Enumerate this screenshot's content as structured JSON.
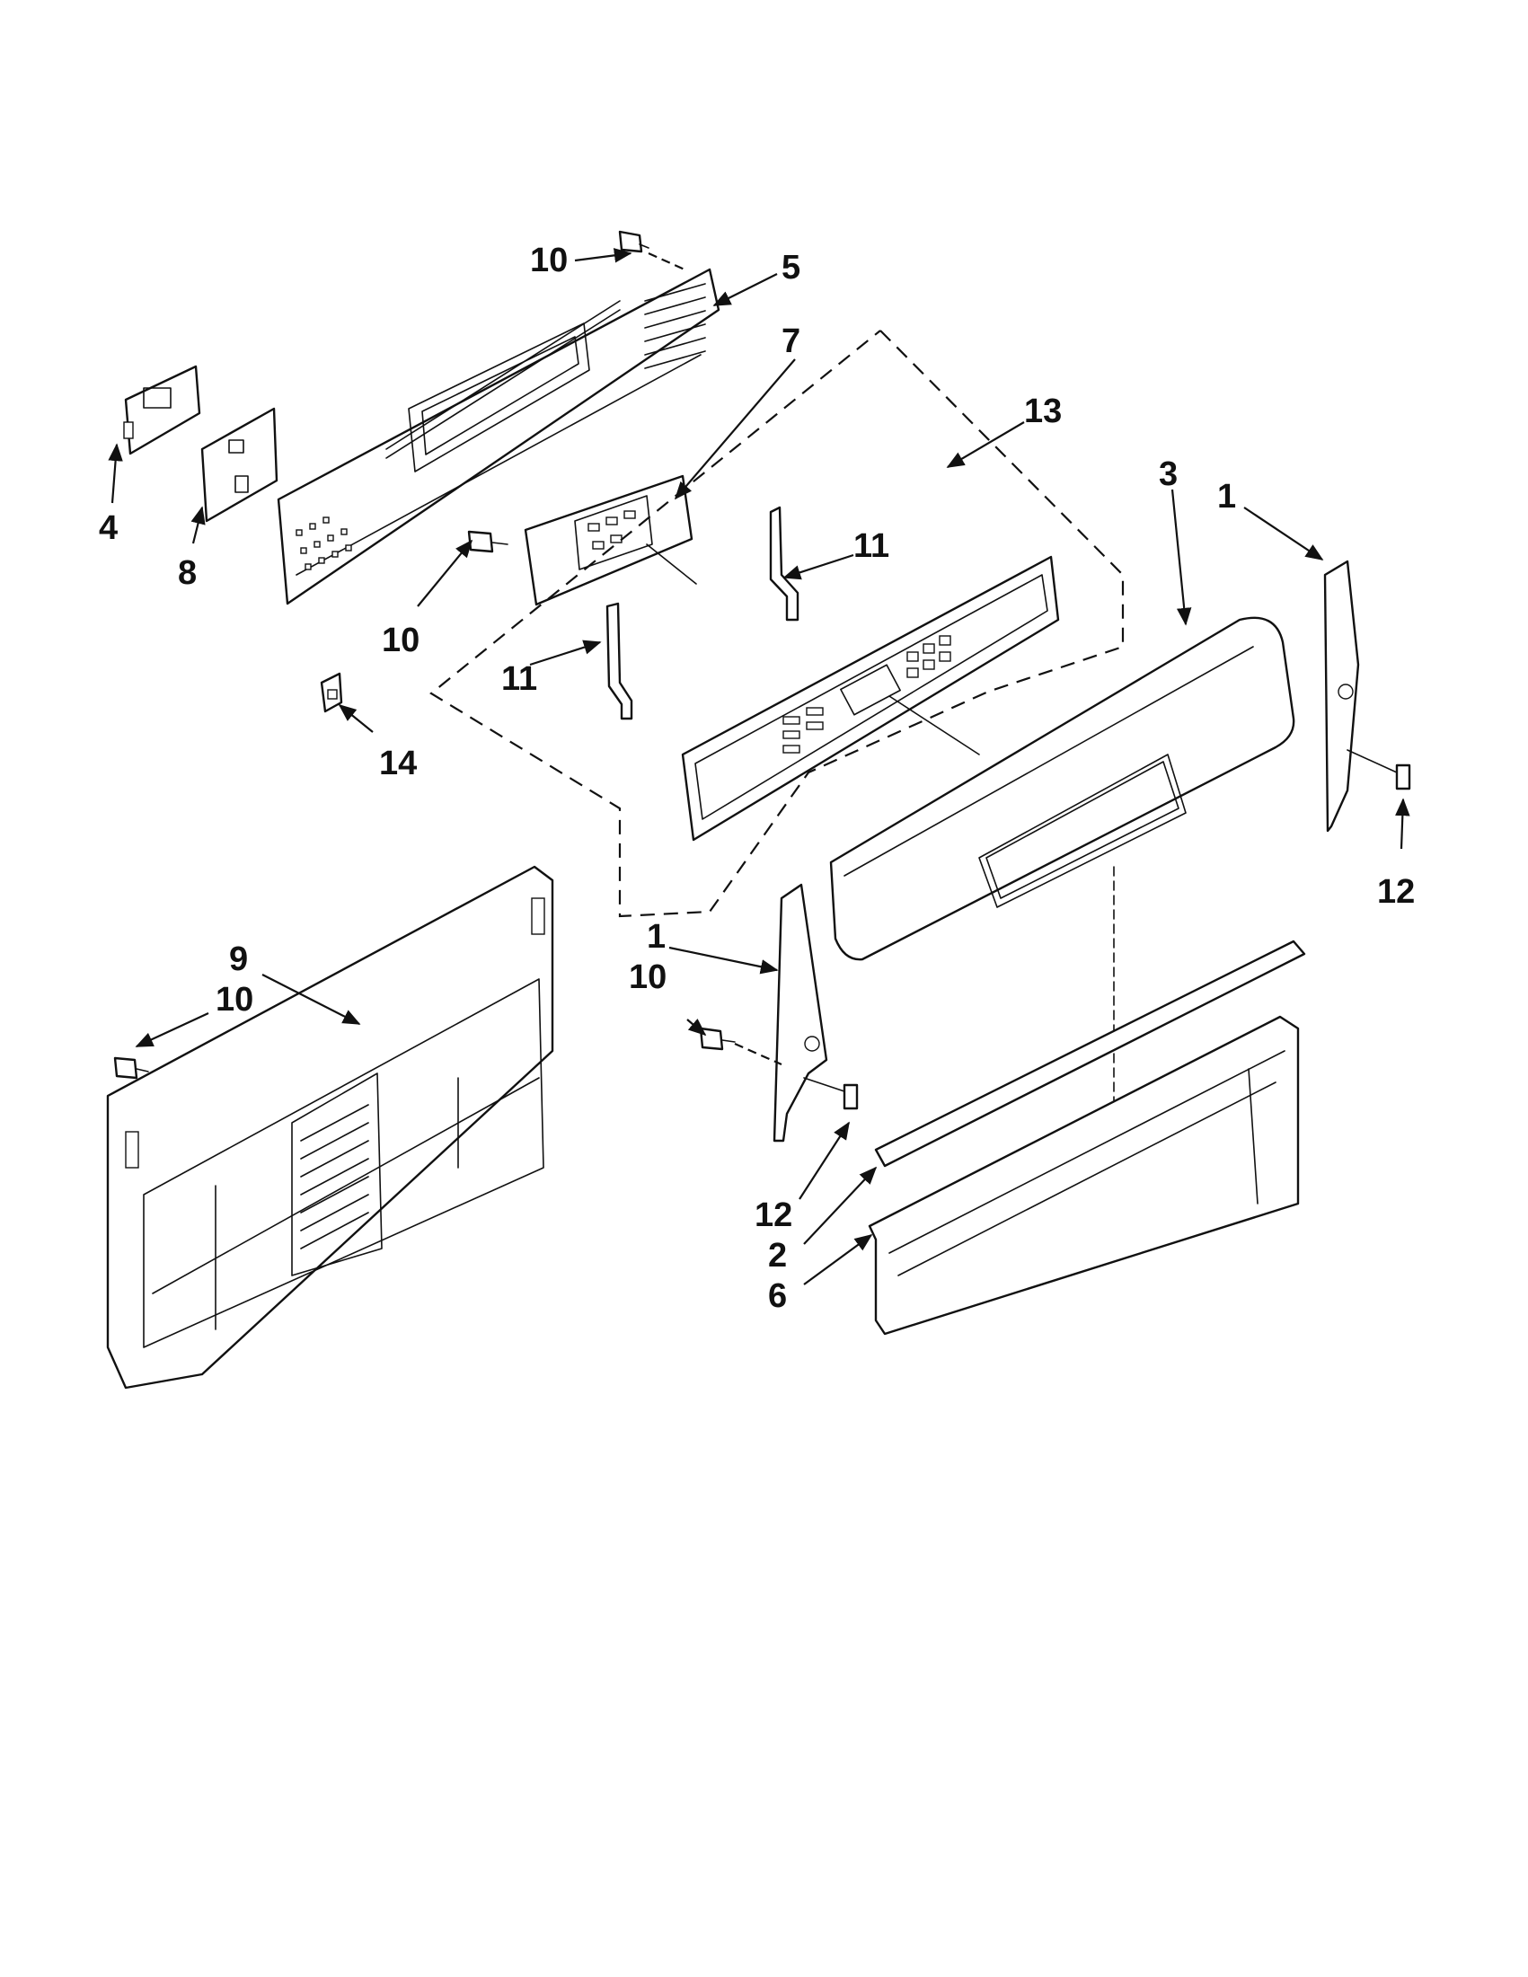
{
  "diagram": {
    "callouts": {
      "c1": "1",
      "c2": "1",
      "c3": "2",
      "c4": "3",
      "c5": "4",
      "c6": "5",
      "c7": "6",
      "c8": "7",
      "c9": "8",
      "c10": "9",
      "c11": "10",
      "c12": "10",
      "c13": "10",
      "c14": "10",
      "c15": "11",
      "c16": "11",
      "c17": "12",
      "c18": "12",
      "c19": "13",
      "c20": "14"
    }
  }
}
